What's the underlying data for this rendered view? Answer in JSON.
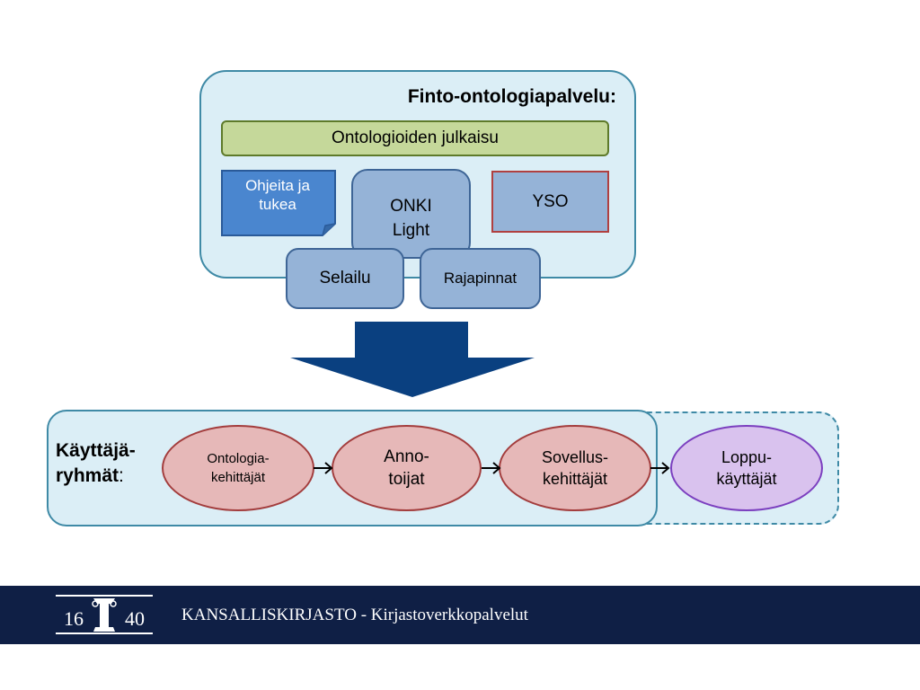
{
  "service": {
    "title": "Finto-ontologiapalvelu:",
    "publish_label": "Ontologioiden julkaisu",
    "guide_label_line1": "Ohjeita ja",
    "guide_label_line2": "tukea",
    "onki_line1": "ONKI",
    "onki_line2": "Light",
    "yso_label": "YSO",
    "browse_label": "Selailu",
    "api_label": "Rajapinnat"
  },
  "groups": {
    "label_line1": "Käyttäjä-",
    "label_line2": "ryhmät",
    "label_colon": ":",
    "items": [
      {
        "line1": "Ontologia-",
        "line2": "kehittäjät"
      },
      {
        "line1": "Anno-",
        "line2": "toijat"
      },
      {
        "line1": "Sovellus-",
        "line2": "kehittäjät"
      },
      {
        "line1": "Loppu-",
        "line2": "käyttäjät"
      }
    ]
  },
  "footer": {
    "logo_left": "16",
    "logo_right": "40",
    "text": "KANSALLISKIRJASTO - Kirjastoverkkopalvelut"
  },
  "colors": {
    "panel_fill": "#dbeef6",
    "panel_border": "#3f8aa6",
    "box_blue": "#95b3d7",
    "green_bar": "#c5d89a",
    "arrow": "#0a4080",
    "ellipse_red": "#e6b8b8",
    "ellipse_purple": "#d9c2ee",
    "footer": "#0f1f45"
  }
}
